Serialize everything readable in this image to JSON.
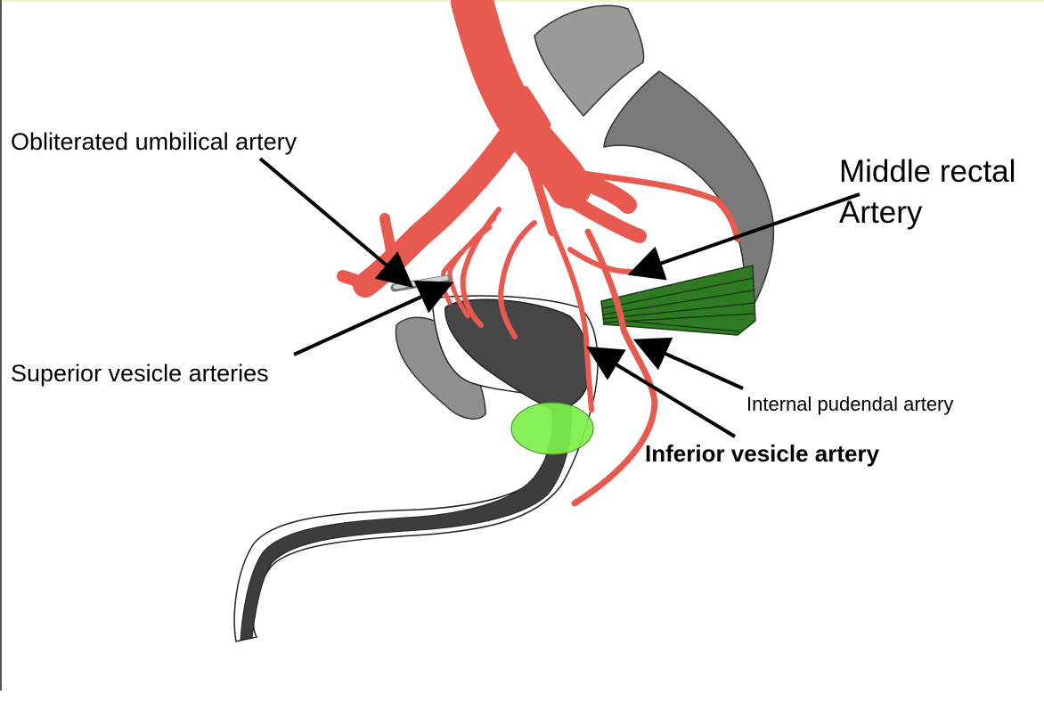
{
  "labels": {
    "umbilical": "Obliterated umbilical artery",
    "superior": "Superior vesicle arteries",
    "middle_line1": "Middle rectal",
    "middle_line2": "Artery",
    "pudendal": "Internal pudendal artery",
    "inferior": "Inferior vesicle artery"
  },
  "colors": {
    "artery": "#e85a50",
    "artery_outline": "#b03a32",
    "bone": "#9a9a9a",
    "bladder": "#4a4a4a",
    "prostate": "#7ef04a",
    "muscle": "#2f7a23"
  }
}
